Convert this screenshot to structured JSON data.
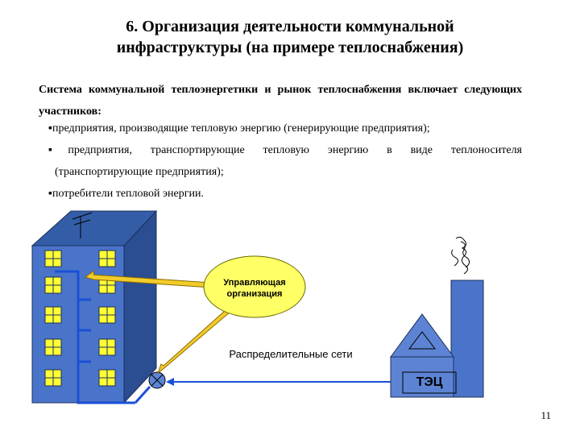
{
  "slide": {
    "title_line1": "6. Организация деятельности коммунальной",
    "title_line2": "инфраструктуры (на примере теплоснабжения)",
    "intro": "Система коммунальной теплоэнергетики и рынок теплоснабжения включает следующих участников:",
    "bullets": [
      "▪предприятия, производящие тепловую энергию (генерирующие предприятия);",
      "▪предприятия, транспортирующие тепловую энергию в виде теплоносителя",
      "(транспортирующие предприятия);",
      "▪потребители тепловой энергии."
    ],
    "page_number": "11"
  },
  "diagram": {
    "management_label": "Управляющая организация",
    "networks_label": "Распределительные сети",
    "plant_label": "ТЭЦ"
  },
  "colors": {
    "building_front": "#4a74c9",
    "building_side": "#2b4d92",
    "building_top": "#345da8",
    "window": "#ffff33",
    "ellipse": "#ffff66",
    "arrow_yellow": "#f2cc2a",
    "pipe": "#1a4fd6",
    "plant_house": "#5d84d4"
  }
}
